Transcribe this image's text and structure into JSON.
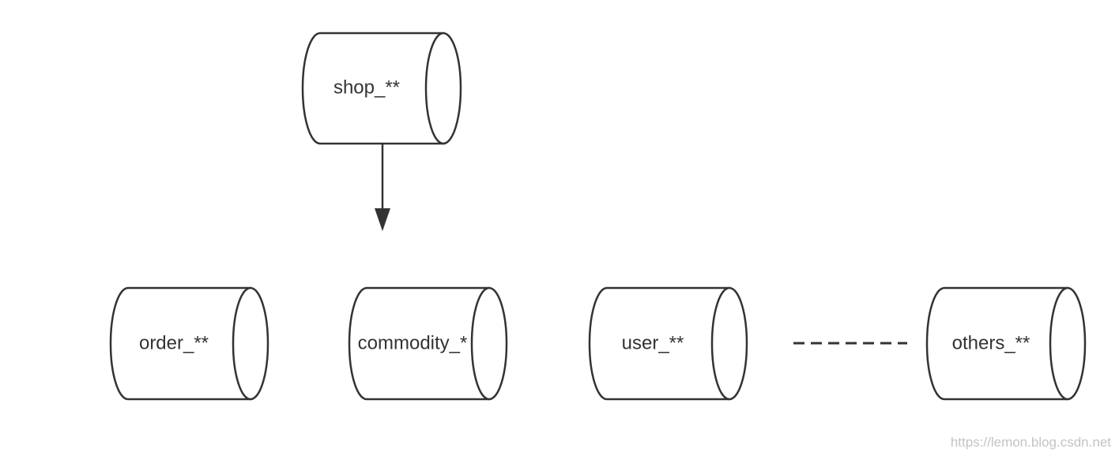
{
  "nodes": [
    {
      "id": "shop",
      "label": "shop_**"
    },
    {
      "id": "order",
      "label": "order_**"
    },
    {
      "id": "commodity",
      "label": "commodity_*"
    },
    {
      "id": "user",
      "label": "user_**"
    },
    {
      "id": "others",
      "label": "others_**"
    }
  ],
  "edges": [
    {
      "from": "shop",
      "to": "commodity",
      "style": "solid-arrow"
    },
    {
      "from": "user",
      "to": "others",
      "style": "dashed"
    }
  ],
  "watermark": "https://lemon.blog.csdn.net",
  "colors": {
    "stroke": "#333333",
    "text": "#333333",
    "background": "#ffffff",
    "watermark": "#c4c4c4"
  }
}
